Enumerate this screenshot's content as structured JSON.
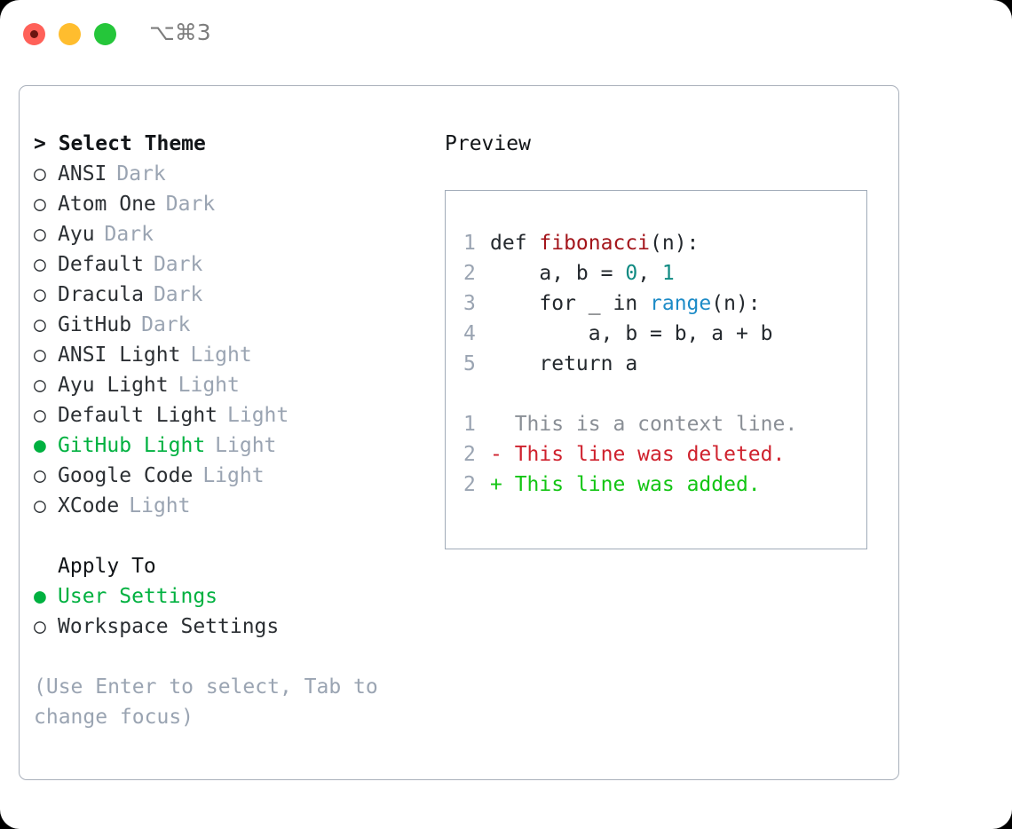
{
  "titlebar": {
    "shortcut": "⌥⌘3",
    "buttons": [
      "close",
      "minimize",
      "maximize"
    ]
  },
  "colors": {
    "accent_green": "#00b140",
    "tag_gray": "#9aa4b2",
    "border": "#a9b0bb",
    "preview_border": "#a0abb8",
    "code_fn": "#a3151b",
    "code_num": "#0f8a82",
    "code_call": "#1d8bc7",
    "diff_add": "#13c514",
    "diff_del": "#cf222e"
  },
  "theme_picker": {
    "header_prefix": "> ",
    "header": "Select Theme",
    "bullet_unselected": "○",
    "bullet_selected": "●",
    "items": [
      {
        "label": "ANSI",
        "tag": "Dark",
        "selected": false
      },
      {
        "label": "Atom One",
        "tag": "Dark",
        "selected": false
      },
      {
        "label": "Ayu",
        "tag": "Dark",
        "selected": false
      },
      {
        "label": "Default",
        "tag": "Dark",
        "selected": false
      },
      {
        "label": "Dracula",
        "tag": "Dark",
        "selected": false
      },
      {
        "label": "GitHub",
        "tag": "Dark",
        "selected": false
      },
      {
        "label": "ANSI Light",
        "tag": "Light",
        "selected": false
      },
      {
        "label": "Ayu Light",
        "tag": "Light",
        "selected": false
      },
      {
        "label": "Default Light",
        "tag": "Light",
        "selected": false
      },
      {
        "label": "GitHub Light",
        "tag": "Light",
        "selected": true
      },
      {
        "label": "Google Code",
        "tag": "Light",
        "selected": false
      },
      {
        "label": "XCode",
        "tag": "Light",
        "selected": false
      }
    ]
  },
  "apply_to": {
    "header": "Apply To",
    "items": [
      {
        "label": "User Settings",
        "selected": true
      },
      {
        "label": "Workspace Settings",
        "selected": false
      }
    ]
  },
  "hint": "(Use Enter to select, Tab to change focus)",
  "preview": {
    "title": "Preview",
    "code_lines": [
      {
        "number": "1",
        "tokens": [
          {
            "text": "def ",
            "type": "plain"
          },
          {
            "text": "fibonacci",
            "type": "fn"
          },
          {
            "text": "(n):",
            "type": "plain"
          }
        ]
      },
      {
        "number": "2",
        "tokens": [
          {
            "text": "    a, b = ",
            "type": "plain"
          },
          {
            "text": "0",
            "type": "num"
          },
          {
            "text": ", ",
            "type": "plain"
          },
          {
            "text": "1",
            "type": "num"
          }
        ]
      },
      {
        "number": "3",
        "tokens": [
          {
            "text": "    for _ in ",
            "type": "plain"
          },
          {
            "text": "range",
            "type": "call"
          },
          {
            "text": "(n):",
            "type": "plain"
          }
        ]
      },
      {
        "number": "4",
        "tokens": [
          {
            "text": "        a, b = b, a + b",
            "type": "plain"
          }
        ]
      },
      {
        "number": "5",
        "tokens": [
          {
            "text": "    return a",
            "type": "plain"
          }
        ]
      }
    ],
    "diff_lines": [
      {
        "number": "1",
        "marker": "  ",
        "text": "This is a context line.",
        "kind": "ctx"
      },
      {
        "number": "2",
        "marker": "- ",
        "text": "This line was deleted.",
        "kind": "del"
      },
      {
        "number": "2",
        "marker": "+ ",
        "text": "This line was added.",
        "kind": "add"
      }
    ]
  }
}
